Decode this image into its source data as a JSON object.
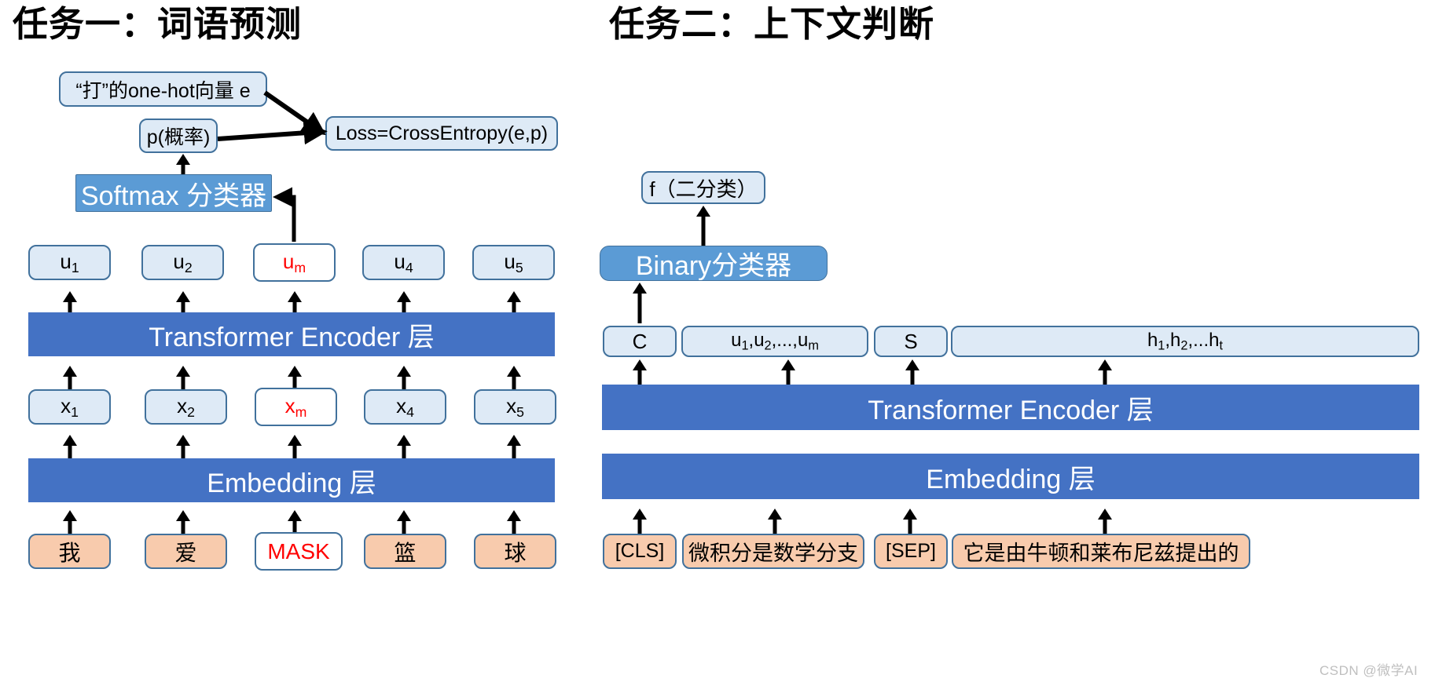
{
  "tasks": {
    "left": {
      "title": "任务一：词语预测",
      "onehot_label": "“打”的one-hot向量 e",
      "prob_label": "p(概率)",
      "loss_label": "Loss=CrossEntropy(e,p)",
      "classifier_label": "Softmax 分类器",
      "encoder_label": "Transformer Encoder 层",
      "embedding_label": "Embedding 层",
      "u_tokens": [
        {
          "base": "u",
          "sub": "1",
          "masked": false
        },
        {
          "base": "u",
          "sub": "2",
          "masked": false
        },
        {
          "base": "u",
          "sub": "m",
          "masked": true
        },
        {
          "base": "u",
          "sub": "4",
          "masked": false
        },
        {
          "base": "u",
          "sub": "5",
          "masked": false
        }
      ],
      "x_tokens": [
        {
          "base": "x",
          "sub": "1",
          "masked": false
        },
        {
          "base": "x",
          "sub": "2",
          "masked": false
        },
        {
          "base": "x",
          "sub": "m",
          "masked": true
        },
        {
          "base": "x",
          "sub": "4",
          "masked": false
        },
        {
          "base": "x",
          "sub": "5",
          "masked": false
        }
      ],
      "input_tokens": [
        {
          "label": "我",
          "masked": false
        },
        {
          "label": "爱",
          "masked": false
        },
        {
          "label": "MASK",
          "masked": true
        },
        {
          "label": "篮",
          "masked": false
        },
        {
          "label": "球",
          "masked": false
        }
      ]
    },
    "right": {
      "title": "任务二：上下文判断",
      "output_label": "f（二分类）",
      "classifier_label": "Binary分类器",
      "encoder_label": "Transformer Encoder 层",
      "embedding_label": "Embedding 层",
      "hidden_tokens": [
        {
          "parts": [
            {
              "base": "C",
              "sub": ""
            }
          ]
        },
        {
          "parts": [
            {
              "base": "u",
              "sub": "1"
            },
            {
              "base": ",u",
              "sub": "2"
            },
            {
              "base": ",...,u",
              "sub": "m"
            }
          ]
        },
        {
          "parts": [
            {
              "base": "S",
              "sub": ""
            }
          ]
        },
        {
          "parts": [
            {
              "base": "h",
              "sub": "1"
            },
            {
              "base": ",h",
              "sub": "2"
            },
            {
              "base": ",...h",
              "sub": "t"
            }
          ]
        }
      ],
      "input_tokens": [
        {
          "label": "[CLS]"
        },
        {
          "label": "微积分是数学分支"
        },
        {
          "label": "[SEP]"
        },
        {
          "label": "它是由牛顿和莱布尼兹提出的"
        }
      ]
    }
  },
  "watermark": "CSDN @微学AI",
  "colors": {
    "band_blue": "#4472C4",
    "classifier_blue": "#5B9BD5",
    "token_fill": "#DEEAF6",
    "token_border": "#41719C",
    "input_fill": "#F8CBAD",
    "mask_red": "#FF0000"
  }
}
